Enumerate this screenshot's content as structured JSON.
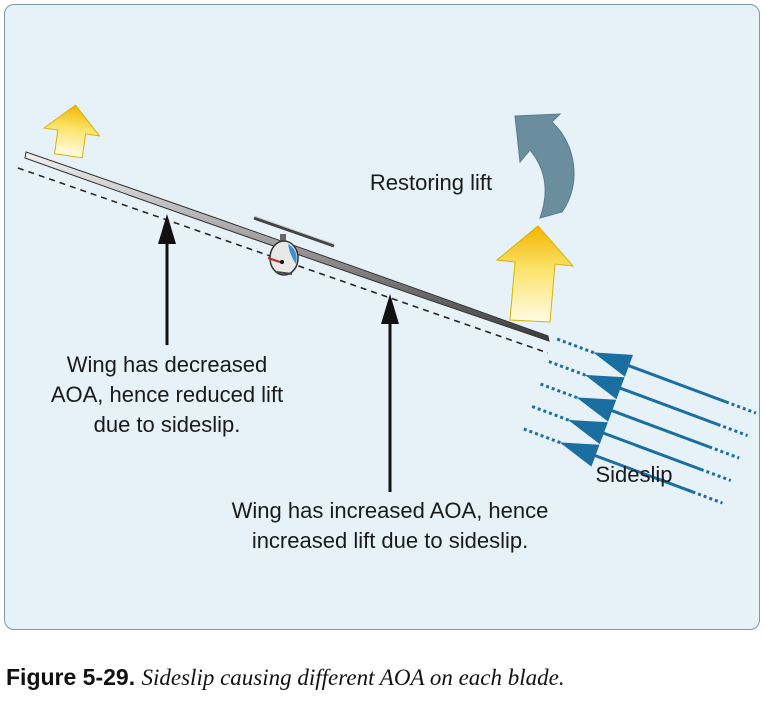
{
  "labels": {
    "restoring_lift": "Restoring lift",
    "decreased_wing": [
      "Wing has decreased",
      "AOA, hence reduced lift",
      "due to sideslip."
    ],
    "increased_wing": [
      "Wing has increased AOA, hence",
      "increased lift due to sideslip."
    ],
    "sideslip": "Sideslip"
  },
  "caption": {
    "number": "Figure 5-29.",
    "text": "Sideslip causing different AOA on each blade."
  },
  "colors": {
    "panel_background": "#e6f1f8",
    "panel_border": "#7a9aaa",
    "sideslip_arrows": "#1b6fa0",
    "restoring_arrow": "#6b8e9f",
    "lift_arrow_top": "#f7d21e",
    "lift_arrow_bottom": "#fff6c8"
  }
}
